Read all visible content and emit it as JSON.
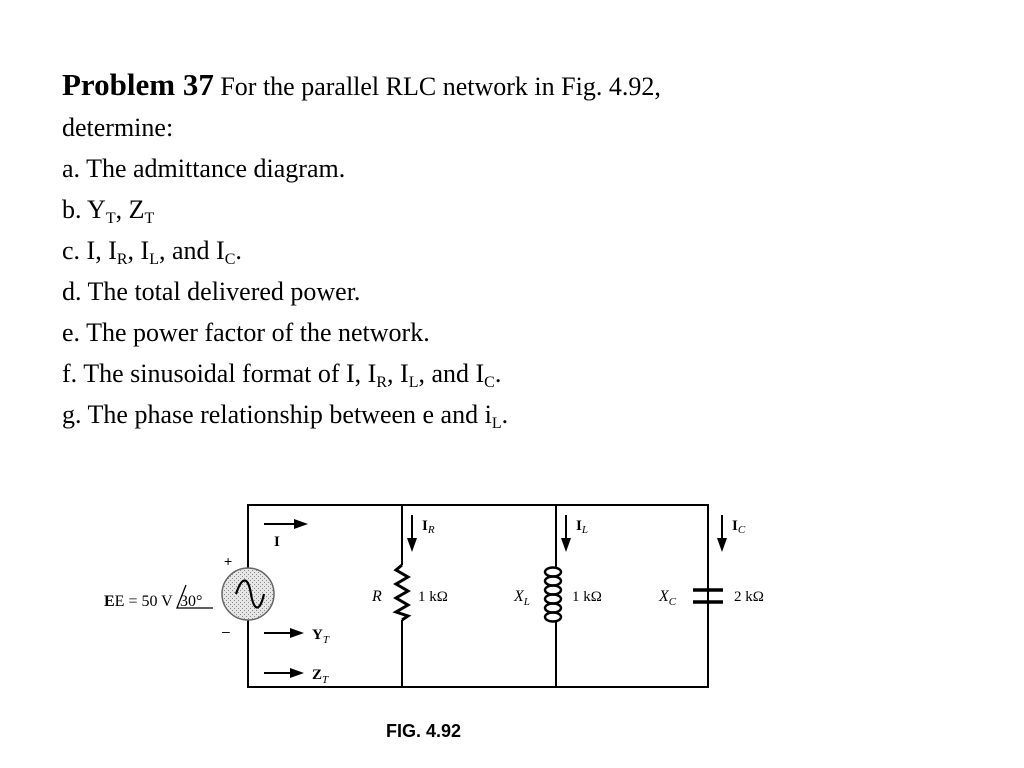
{
  "problem": {
    "heading": "Problem 37",
    "intro": "For the parallel RLC network in Fig. 4.92,",
    "intro2": "determine:",
    "a": "a. The admittance diagram.",
    "b": {
      "prefix": "b. Y",
      "sub1": "T",
      "mid": ", Z",
      "sub2": "T"
    },
    "c": {
      "prefix": "c. I, I",
      "sub1": "R",
      "mid1": ", I",
      "sub2": "L",
      "mid2": ", and I",
      "sub3": "C",
      "end": "."
    },
    "d": "d. The total delivered power.",
    "e": "e. The power factor of the network.",
    "f": {
      "prefix": "f. The sinusoidal format of  I, I",
      "sub1": "R",
      "mid1": ", I",
      "sub2": "L",
      "mid2": ", and I",
      "sub3": "C",
      "end": "."
    },
    "g": {
      "prefix": "g. The phase relationship between e and i",
      "sub1": "L",
      "end": "."
    }
  },
  "figure": {
    "caption": "FIG. 4.92",
    "source": {
      "label": "E = 50 V",
      "angle": "30°",
      "plus": "+",
      "minus": "–"
    },
    "current_total": "I",
    "yt": {
      "main": "Y",
      "sub": "T"
    },
    "zt": {
      "main": "Z",
      "sub": "T"
    },
    "resistor": {
      "symbol": "R",
      "value": "1 kΩ",
      "current": "I",
      "current_sub": "R"
    },
    "inductor": {
      "symbol": "X",
      "symbol_sub": "L",
      "value": "1 kΩ",
      "current": "I",
      "current_sub": "L"
    },
    "capacitor": {
      "symbol": "X",
      "symbol_sub": "C",
      "value": "2 kΩ",
      "current": "I",
      "current_sub": "C"
    }
  }
}
